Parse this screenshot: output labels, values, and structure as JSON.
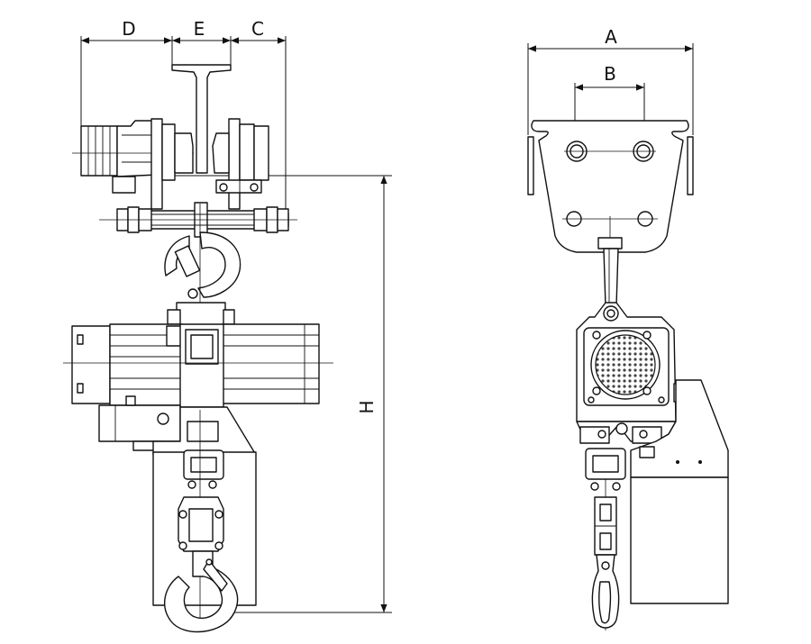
{
  "dimensions": {
    "A": "A",
    "B": "B",
    "C": "C",
    "D": "D",
    "E": "E",
    "H": "H"
  },
  "colors": {
    "line": "#111111",
    "background": "#ffffff"
  }
}
